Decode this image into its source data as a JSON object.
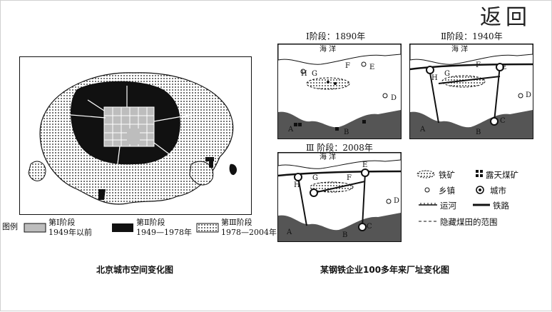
{
  "nav": {
    "back_label": "返回"
  },
  "beijing": {
    "caption": "北京城市空间变化图",
    "legend_title": "图例",
    "stages": [
      {
        "name": "第Ⅰ阶段",
        "period": "1949年以前",
        "fill": "#bdbdbd"
      },
      {
        "name": "第Ⅱ阶段",
        "period": "1949—1978年",
        "fill": "#111111"
      },
      {
        "name": "第Ⅲ阶段",
        "period": "1978—2004年",
        "fill": "dotted"
      }
    ]
  },
  "steel": {
    "caption": "某钢铁企业100多年来厂址变化图",
    "sea_label": "海    洋",
    "stage_titles": [
      "Ⅰ阶段：1890年",
      "Ⅱ阶段：1940年",
      "Ⅲ 阶段：2008年"
    ],
    "letters": [
      "A",
      "B",
      "C",
      "D",
      "E",
      "F",
      "G",
      "H"
    ],
    "legend": {
      "iron_ore": "铁矿",
      "open_pit_coal": "露天煤矿",
      "town": "乡镇",
      "city": "城市",
      "canal": "运河",
      "railway": "铁路",
      "hidden_coal": "隐藏煤田的范围"
    }
  }
}
